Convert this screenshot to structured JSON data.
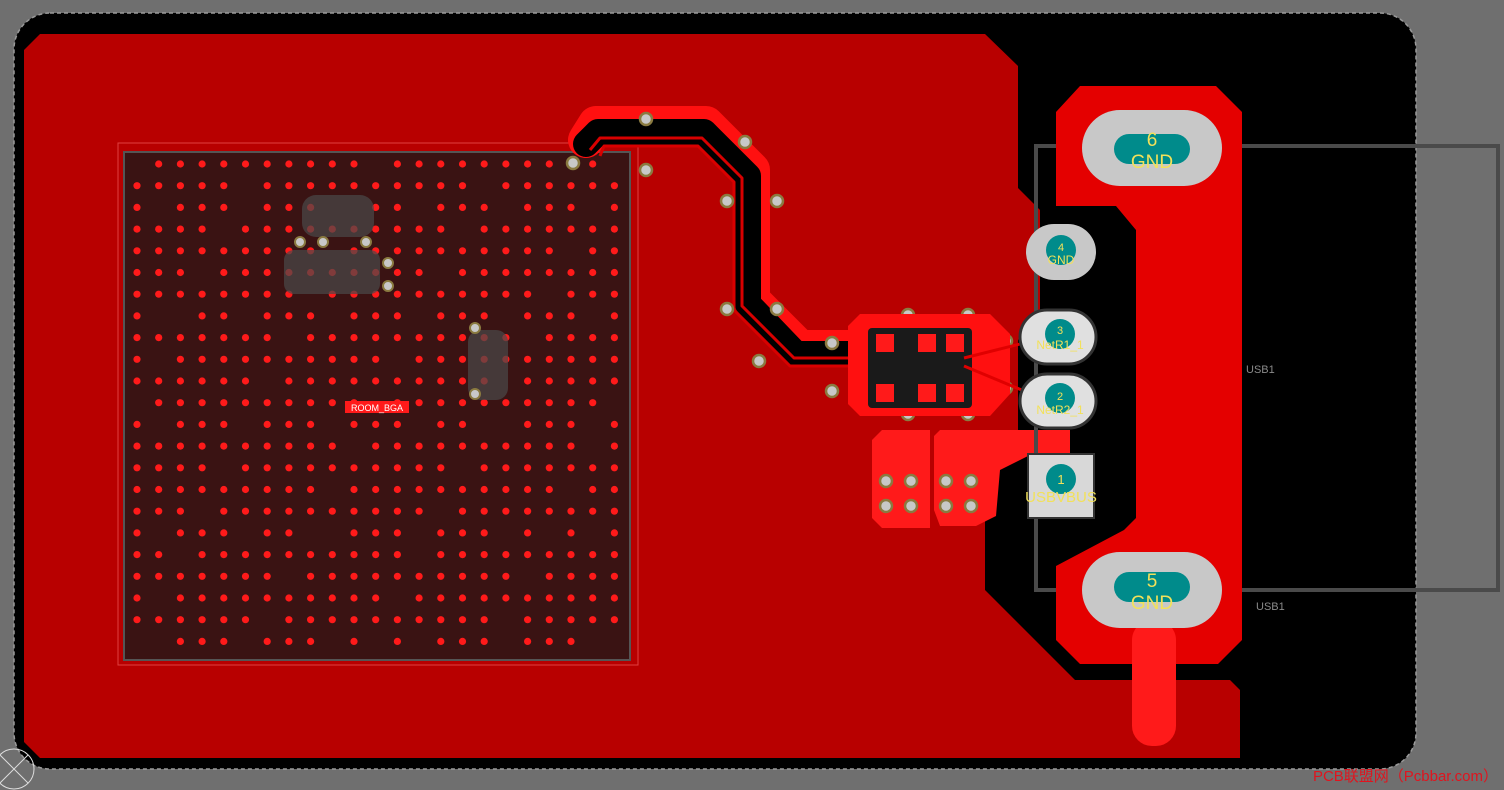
{
  "board": {
    "room_label": "ROOM_BGA",
    "silkscreen_ref_1": "USB1",
    "silkscreen_ref_2": "USB1"
  },
  "usb_pads": [
    {
      "number": "6",
      "net": "GND"
    },
    {
      "number": "4",
      "net": "GND"
    },
    {
      "number": "3",
      "net": "NetR1_1"
    },
    {
      "number": "2",
      "net": "NetR2_1"
    },
    {
      "number": "1",
      "net": "USBVBUS"
    },
    {
      "number": "5",
      "net": "GND"
    }
  ],
  "watermark": "PCB联盟网（Pcbbar.com）",
  "colors": {
    "copper_top": "#c00000",
    "copper_bright": "#ff0000",
    "board_background": "#000000",
    "bga_region": "#3a1515",
    "pad_gray": "#c8c8c8",
    "pad_teal": "#008b8b",
    "pad_label": "#f2e15a",
    "outline": "#6f6f6f"
  }
}
